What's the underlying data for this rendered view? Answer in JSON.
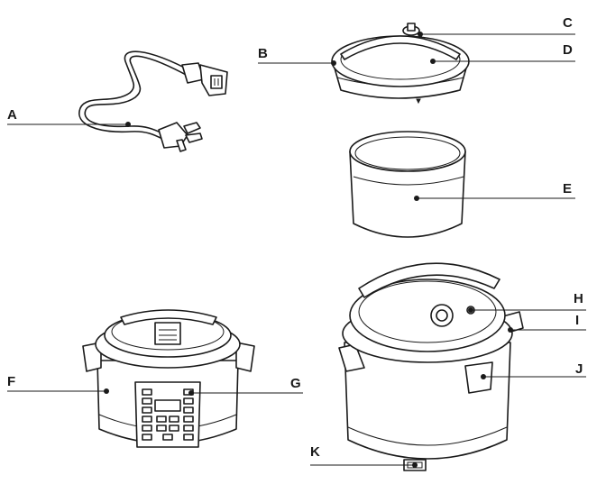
{
  "callouts": {
    "a": "A",
    "b": "B",
    "c": "C",
    "d": "D",
    "e": "E",
    "f": "F",
    "g": "G",
    "h": "H",
    "i": "I",
    "j": "J",
    "k": "K"
  },
  "colors": {
    "line": "#1a1a1a",
    "background": "#ffffff"
  }
}
